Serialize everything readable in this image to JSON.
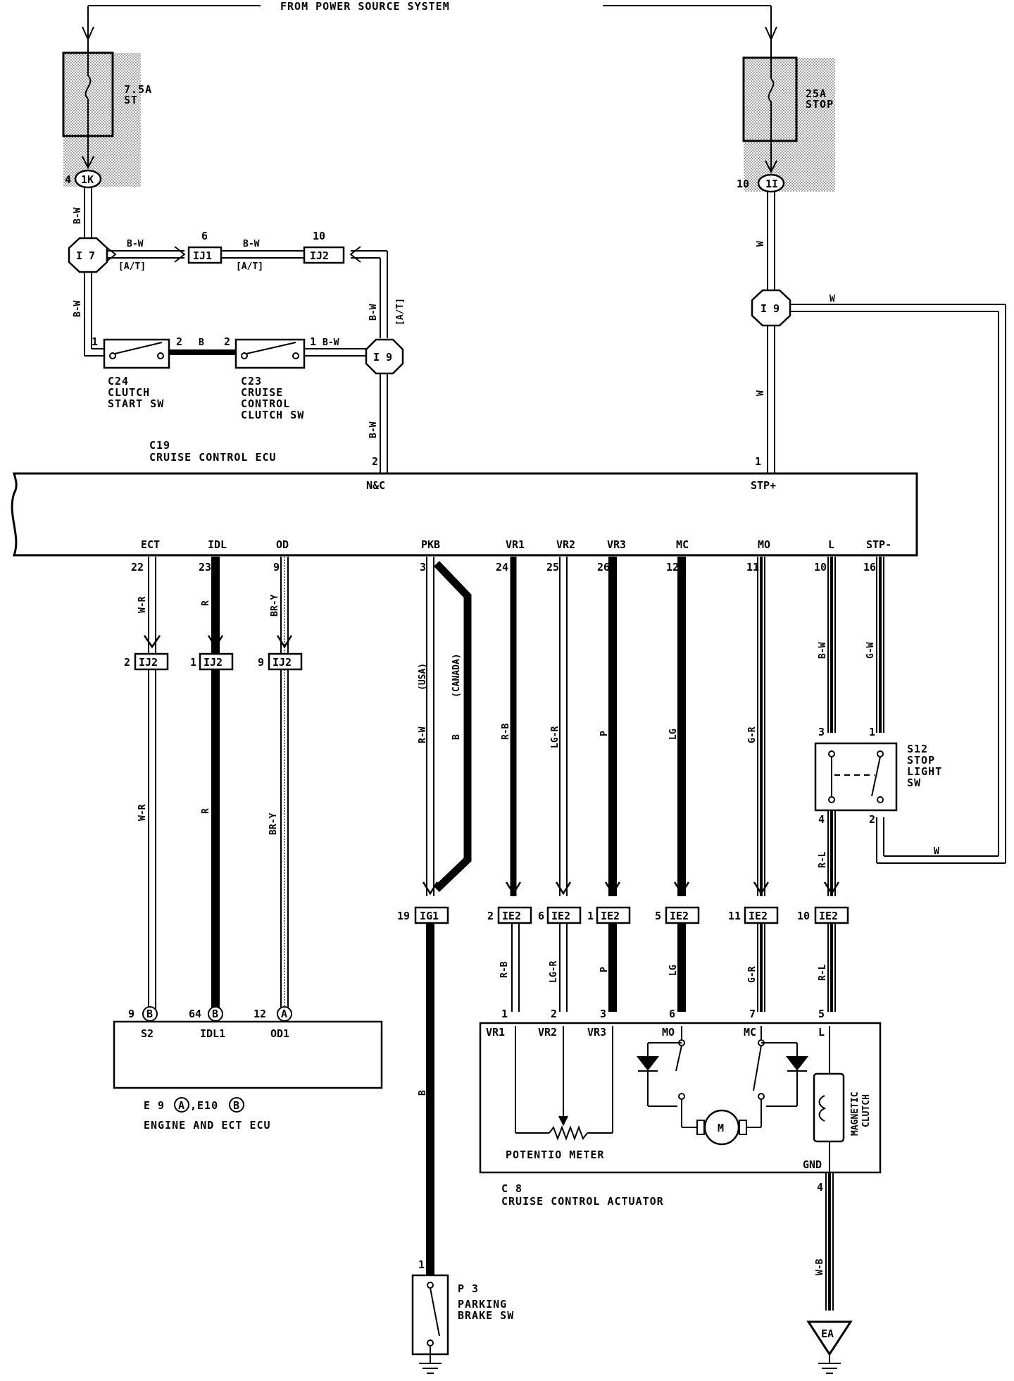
{
  "power_source": "FROM POWER SOURCE SYSTEM",
  "fuses": [
    {
      "amps": "7.5A",
      "name": "ST"
    },
    {
      "amps": "25A",
      "name": "STOP"
    }
  ],
  "connectors": {
    "fuse_left_pin": "4",
    "fuse_left_id": "1K",
    "fuse_right_pin": "10",
    "fuse_right_id": "1I",
    "i7": "I 7",
    "i9_left": "I 9",
    "i9_right": "I 9",
    "ij1": "IJ1",
    "ij1_pin": "6",
    "ij2_top": "IJ2",
    "ij2_top_pin": "10",
    "at": "[A/T]"
  },
  "wire_colors": {
    "bw": "B-W",
    "b": "B",
    "w": "W",
    "wr": "W-R",
    "r": "R",
    "bry": "BR-Y",
    "rw": "R-W",
    "rb": "R-B",
    "lgr": "LG-R",
    "p": "P",
    "lg": "LG",
    "gr": "G-R",
    "gw": "G-W",
    "rl": "R-L",
    "wb": "W-B"
  },
  "region_labels": {
    "usa": "(USA)",
    "canada": "(CANADA)"
  },
  "switches": {
    "c24": {
      "id": "C24",
      "lines": [
        "CLUTCH",
        "START SW"
      ],
      "pin_a": "1",
      "pin_b": "2"
    },
    "c23": {
      "id": "C23",
      "lines": [
        "CRUISE",
        "CONTROL",
        "CLUTCH SW"
      ],
      "pin_a": "2",
      "pin_b": "1"
    },
    "s12": {
      "id": "S12",
      "lines": [
        "STOP",
        "LIGHT",
        "SW"
      ],
      "pins": [
        "3",
        "1",
        "4",
        "2"
      ]
    },
    "p3": {
      "id": "P 3",
      "lines": [
        "PARKING",
        "BRAKE SW"
      ],
      "pin": "1"
    }
  },
  "ecu": {
    "id": "C19",
    "name": "CRUISE CONTROL ECU",
    "top_pins": [
      {
        "num": "2",
        "name": "N&C"
      },
      {
        "num": "1",
        "name": "STP+"
      }
    ],
    "bottom_pins": [
      {
        "name": "ECT",
        "num": "22"
      },
      {
        "name": "IDL",
        "num": "23"
      },
      {
        "name": "OD",
        "num": "9"
      },
      {
        "name": "PKB",
        "num": "3"
      },
      {
        "name": "VR1",
        "num": "24"
      },
      {
        "name": "VR2",
        "num": "25"
      },
      {
        "name": "VR3",
        "num": "26"
      },
      {
        "name": "MC",
        "num": "12"
      },
      {
        "name": "MO",
        "num": "11"
      },
      {
        "name": "L",
        "num": "10"
      },
      {
        "name": "STP-",
        "num": "16"
      }
    ]
  },
  "mid_connectors": [
    {
      "pin": "2",
      "id": "IJ2"
    },
    {
      "pin": "1",
      "id": "IJ2"
    },
    {
      "pin": "9",
      "id": "IJ2"
    }
  ],
  "ie_connectors": [
    {
      "pin": "19",
      "id": "IG1"
    },
    {
      "pin": "2",
      "id": "IE2"
    },
    {
      "pin": "6",
      "id": "IE2"
    },
    {
      "pin": "1",
      "id": "IE2"
    },
    {
      "pin": "5",
      "id": "IE2"
    },
    {
      "pin": "11",
      "id": "IE2"
    },
    {
      "pin": "10",
      "id": "IE2"
    }
  ],
  "engine_ecu": {
    "pins": [
      {
        "num": "9",
        "conn": "B",
        "name": "S2"
      },
      {
        "num": "64",
        "conn": "B",
        "name": "IDL1"
      },
      {
        "num": "12",
        "conn": "A",
        "name": "OD1"
      }
    ],
    "ref_e9": "E 9",
    "ref_e9_conn": "A",
    "ref_e10": ",E10",
    "ref_e10_conn": "B",
    "name": "ENGINE AND ECT ECU"
  },
  "actuator": {
    "pins": [
      {
        "num": "1",
        "name": "VR1"
      },
      {
        "num": "2",
        "name": "VR2"
      },
      {
        "num": "3",
        "name": "VR3"
      },
      {
        "num": "6",
        "name": "MO"
      },
      {
        "num": "7",
        "name": "MC"
      },
      {
        "num": "5",
        "name": "L"
      }
    ],
    "potentiometer": "POTENTIO METER",
    "motor": "M",
    "clutch": [
      "MAGNETIC",
      "CLUTCH"
    ],
    "gnd": "GND",
    "gnd_pin": "4",
    "id": "C 8",
    "name": "CRUISE CONTROL ACTUATOR"
  },
  "ground": "EA"
}
